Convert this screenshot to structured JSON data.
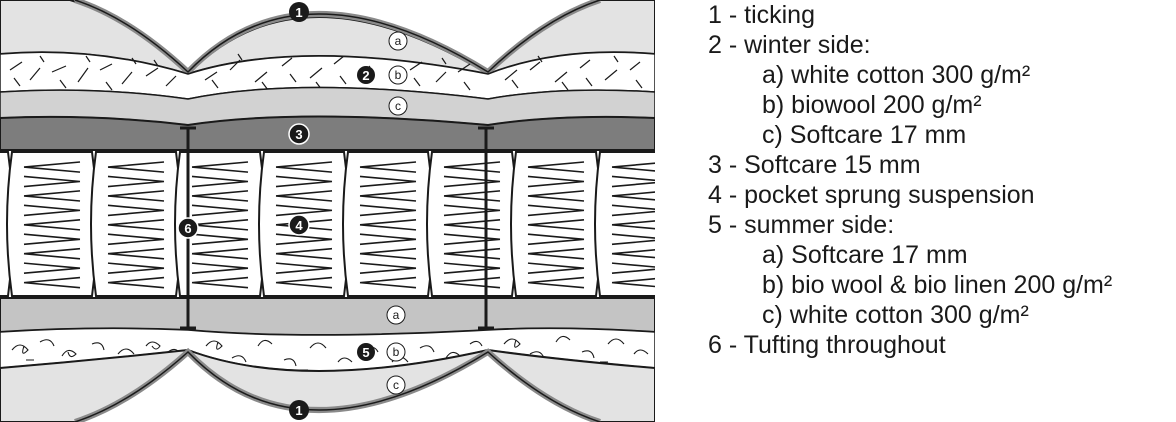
{
  "diagram": {
    "markers": {
      "ticking_top": "1",
      "winter_side": "2",
      "softcare": "3",
      "suspension": "4",
      "summer_side": "5",
      "tufting": "6",
      "ticking_bottom": "1"
    },
    "sublabels": {
      "top_a": "a",
      "top_b": "b",
      "top_c": "c",
      "bottom_a": "a",
      "bottom_b": "b",
      "bottom_c": "c"
    }
  },
  "legend": {
    "items": [
      {
        "text": "1 - ticking",
        "indent": false
      },
      {
        "text": "2 - winter side:",
        "indent": false
      },
      {
        "text": "a) white cotton 300 g/m²",
        "indent": true
      },
      {
        "text": "b) biowool 200 g/m²",
        "indent": true
      },
      {
        "text": "c) Softcare 17 mm",
        "indent": true
      },
      {
        "text": "3 - Softcare 15 mm",
        "indent": false
      },
      {
        "text": "4 - pocket sprung suspension",
        "indent": false
      },
      {
        "text": "5 - summer side:",
        "indent": false
      },
      {
        "text": "a) Softcare 17 mm",
        "indent": true
      },
      {
        "text": "b) bio wool & bio linen 200 g/m²",
        "indent": true
      },
      {
        "text": "c) white cotton 300 g/m²",
        "indent": true
      },
      {
        "text": "6 - Tufting throughout",
        "indent": false
      }
    ]
  },
  "colors": {
    "outline": "#1a1a1a",
    "light_gray": "#dcdcdc",
    "mid_gray": "#c4c4c4",
    "dark_gray": "#7d7d7d",
    "ticking": "#8a8a8a",
    "white": "#ffffff"
  }
}
